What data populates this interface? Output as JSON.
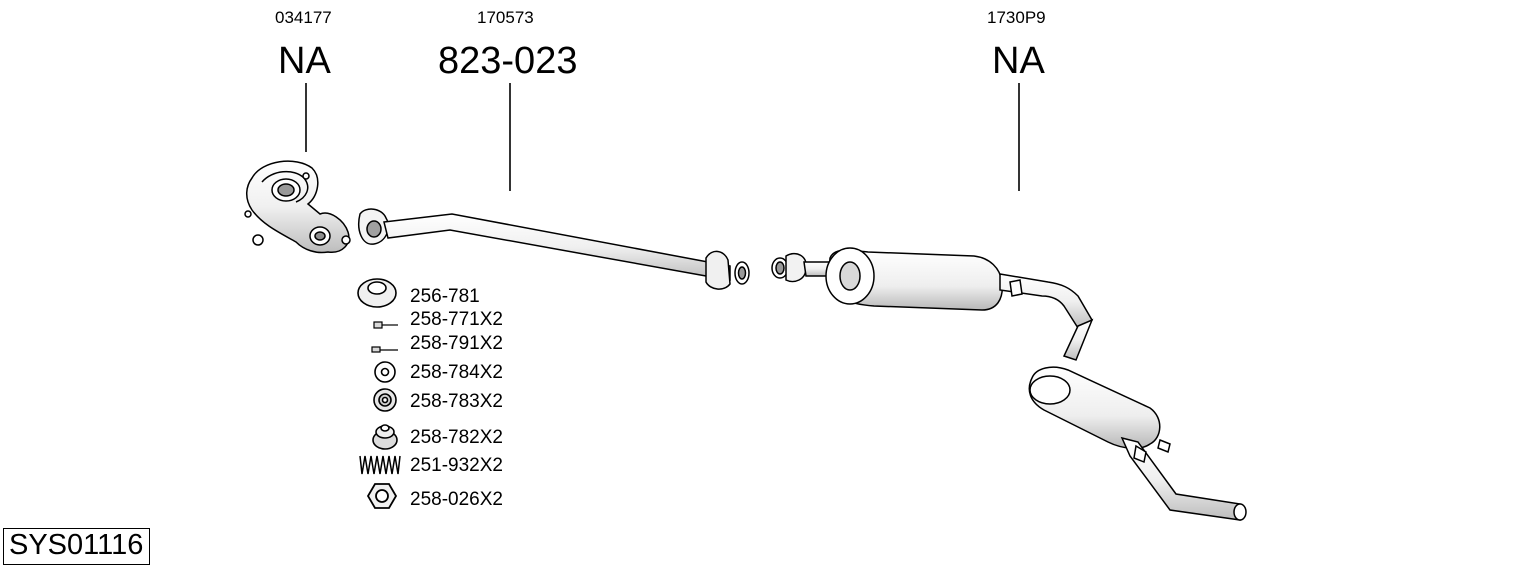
{
  "header_codes": [
    {
      "id": "front",
      "small": "034177",
      "big": "NA"
    },
    {
      "id": "mid",
      "small": "170573",
      "big": "823-023"
    },
    {
      "id": "rear",
      "small": "1730P9",
      "big": "NA"
    }
  ],
  "parts": [
    {
      "label": "256-781",
      "icon": "gasket-ring-icon"
    },
    {
      "label": "258-771X2",
      "icon": "bolt-icon"
    },
    {
      "label": "258-791X2",
      "icon": "bolt-icon"
    },
    {
      "label": "258-784X2",
      "icon": "washer-icon"
    },
    {
      "label": "258-783X2",
      "icon": "rubber-mount-icon"
    },
    {
      "label": "258-782X2",
      "icon": "rubber-bush-icon"
    },
    {
      "label": "251-932X2",
      "icon": "spring-icon"
    },
    {
      "label": "258-026X2",
      "icon": "hex-nut-icon"
    }
  ],
  "system_code": "SYS01116",
  "colors": {
    "line": "#000000",
    "part_fill": "#f2f2f2",
    "shade": "#cfcfcf"
  }
}
